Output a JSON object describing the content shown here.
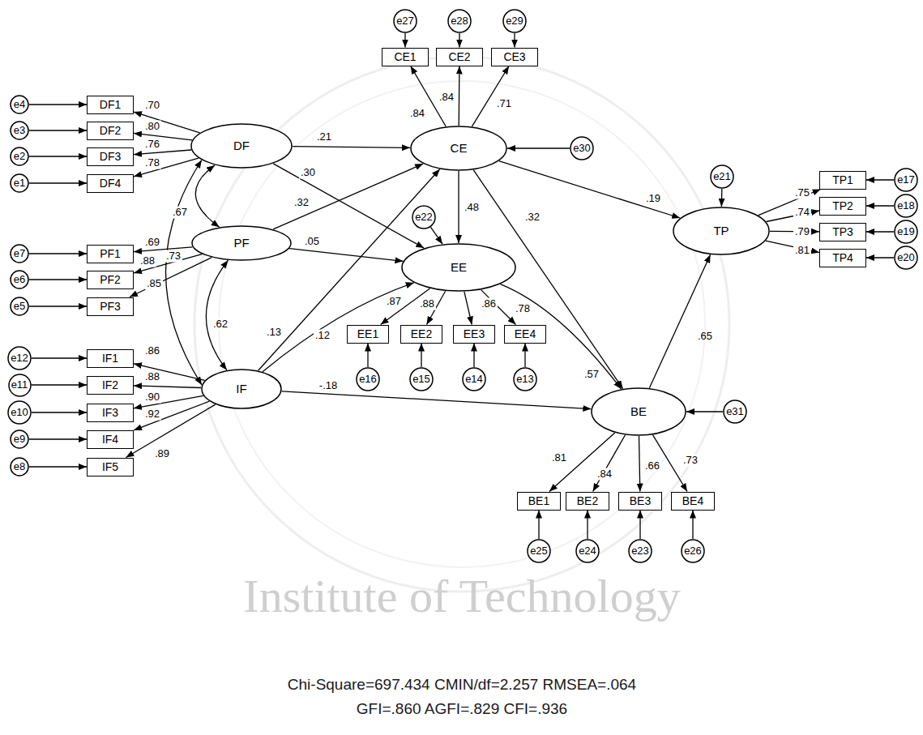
{
  "diagram": {
    "caption": "Chi-Square=697.434 CMIN/df=2.257 RMSEA=.064 GFI=.860 AGFI=.829 CFI=.936",
    "nodes": [
      {
        "text": [
          "DF"
        ]
      },
      {
        "text": [
          "DF1"
        ]
      },
      {
        "text": [
          "DF2"
        ]
      },
      {
        "text": [
          "DF3"
        ]
      },
      {
        "text": [
          "DF4"
        ]
      },
      {
        "text": [
          "e4"
        ]
      },
      {
        "text": [
          "e3"
        ]
      },
      {
        "text": [
          "e2"
        ]
      },
      {
        "text": [
          "e1"
        ]
      },
      {
        "text": [
          "PF"
        ]
      },
      {
        "text": [
          "PF1"
        ]
      },
      {
        "text": [
          "PF2"
        ]
      },
      {
        "text": [
          "PF3"
        ]
      },
      {
        "text": [
          "e7"
        ]
      },
      {
        "text": [
          "e6"
        ]
      },
      {
        "text": [
          "e5"
        ]
      },
      {
        "text": [
          "IF"
        ]
      },
      {
        "text": [
          "IF1"
        ]
      },
      {
        "text": [
          "IF2"
        ]
      },
      {
        "text": [
          "IF3"
        ]
      },
      {
        "text": [
          "IF4"
        ]
      },
      {
        "text": [
          "IF5"
        ]
      },
      {
        "text": [
          "e12"
        ]
      },
      {
        "text": [
          "e11"
        ]
      },
      {
        "text": [
          "e10"
        ]
      },
      {
        "text": [
          "e9"
        ]
      },
      {
        "text": [
          "e8"
        ]
      },
      {
        "text": [
          "CE"
        ]
      },
      {
        "text": [
          "CE1"
        ]
      },
      {
        "text": [
          "CE2"
        ]
      },
      {
        "text": [
          "CE3"
        ]
      },
      {
        "text": [
          "e27"
        ]
      },
      {
        "text": [
          "e28"
        ]
      },
      {
        "text": [
          "e29"
        ]
      },
      {
        "text": [
          "e30"
        ]
      },
      {
        "text": [
          "EE"
        ]
      },
      {
        "text": [
          "EE1"
        ]
      },
      {
        "text": [
          "EE2"
        ]
      },
      {
        "text": [
          "EE3"
        ]
      },
      {
        "text": [
          "EE4"
        ]
      },
      {
        "text": [
          "e16"
        ]
      },
      {
        "text": [
          "e15"
        ]
      },
      {
        "text": [
          "e14"
        ]
      },
      {
        "text": [
          "e13"
        ]
      },
      {
        "text": [
          "e22"
        ]
      },
      {
        "text": [
          "BE"
        ]
      },
      {
        "text": [
          "BE1"
        ]
      },
      {
        "text": [
          "BE2"
        ]
      },
      {
        "text": [
          "BE3"
        ]
      },
      {
        "text": [
          "BE4"
        ]
      },
      {
        "text": [
          "e25"
        ]
      },
      {
        "text": [
          "e24"
        ]
      },
      {
        "text": [
          "e23"
        ]
      },
      {
        "text": [
          "e26"
        ]
      },
      {
        "text": [
          "e31"
        ]
      },
      {
        "text": [
          "TP"
        ]
      },
      {
        "text": [
          "TP1"
        ]
      },
      {
        "text": [
          "TP2"
        ]
      },
      {
        "text": [
          "TP3"
        ]
      },
      {
        "text": [
          "TP4"
        ]
      },
      {
        "text": [
          "e17"
        ]
      },
      {
        "text": [
          "e18"
        ]
      },
      {
        "text": [
          "e19"
        ]
      },
      {
        "text": [
          "e20"
        ]
      },
      {
        "text": [
          "e21"
        ]
      }
    ],
    "edges": [
      {
        "from": 0,
        "to": 1,
        "arrow": "to",
        "label": ".70"
      },
      {
        "from": 0,
        "to": 2,
        "arrow": "to",
        "label": ".80"
      },
      {
        "from": 0,
        "to": 3,
        "arrow": "to",
        "label": ".76"
      },
      {
        "from": 0,
        "to": 4,
        "arrow": "to",
        "label": ".78"
      },
      {
        "from": 9,
        "to": 10,
        "arrow": "to",
        "label": ".69"
      },
      {
        "from": 9,
        "to": 11,
        "arrow": "to",
        "label": ".88"
      },
      {
        "from": 9,
        "to": 12,
        "arrow": "to",
        "label": ".85"
      },
      {
        "from": 16,
        "to": 17,
        "arrow": "to",
        "label": ".86"
      },
      {
        "from": 16,
        "to": 18,
        "arrow": "to",
        "label": ".88"
      },
      {
        "from": 16,
        "to": 19,
        "arrow": "to",
        "label": ".90"
      },
      {
        "from": 16,
        "to": 20,
        "arrow": "to",
        "label": ".92"
      },
      {
        "from": 16,
        "to": 21,
        "arrow": "to",
        "label": ".89"
      },
      {
        "from": 27,
        "to": 28,
        "arrow": "to",
        "label": ".84"
      },
      {
        "from": 27,
        "to": 29,
        "arrow": "to",
        "label": ".84"
      },
      {
        "from": 27,
        "to": 30,
        "arrow": "to",
        "label": ".71"
      },
      {
        "from": 35,
        "to": 36,
        "arrow": "to",
        "label": ".87"
      },
      {
        "from": 35,
        "to": 37,
        "arrow": "to",
        "label": ".88"
      },
      {
        "from": 35,
        "to": 38,
        "arrow": "to",
        "label": ".86"
      },
      {
        "from": 35,
        "to": 39,
        "arrow": "to",
        "label": ".78"
      },
      {
        "from": 45,
        "to": 46,
        "arrow": "to",
        "label": ".81"
      },
      {
        "from": 45,
        "to": 47,
        "arrow": "to",
        "label": ".84"
      },
      {
        "from": 45,
        "to": 48,
        "arrow": "to",
        "label": ".66"
      },
      {
        "from": 45,
        "to": 49,
        "arrow": "to",
        "label": ".73"
      },
      {
        "from": 55,
        "to": 56,
        "arrow": "to",
        "label": ".75"
      },
      {
        "from": 55,
        "to": 57,
        "arrow": "to",
        "label": ".74"
      },
      {
        "from": 55,
        "to": 58,
        "arrow": "to",
        "label": ".79"
      },
      {
        "from": 55,
        "to": 59,
        "arrow": "to",
        "label": ".81"
      },
      {
        "from": 0,
        "to": 27,
        "arrow": "to",
        "label": ".21"
      },
      {
        "from": 0,
        "to": 35,
        "arrow": "to",
        "label": ".30"
      },
      {
        "from": 9,
        "to": 27,
        "arrow": "to",
        "label": ".32"
      },
      {
        "from": 9,
        "to": 35,
        "arrow": "to",
        "label": ".05"
      },
      {
        "from": 16,
        "to": 27,
        "arrow": "to",
        "label": ".13"
      },
      {
        "from": 16,
        "to": 35,
        "arrow": "to",
        "label": ".12"
      },
      {
        "from": 16,
        "to": 45,
        "arrow": "to",
        "label": "-.18"
      },
      {
        "from": 27,
        "to": 35,
        "arrow": "to",
        "label": ".48"
      },
      {
        "from": 27,
        "to": 45,
        "arrow": "to",
        "label": ".32"
      },
      {
        "from": 27,
        "to": 55,
        "arrow": "to",
        "label": ".19"
      },
      {
        "from": 35,
        "to": 45,
        "arrow": "to",
        "label": ".57"
      },
      {
        "from": 45,
        "to": 55,
        "arrow": "to",
        "label": ".65"
      },
      {
        "from": 0,
        "to": 9,
        "arrow": "both",
        "label": ".67"
      },
      {
        "from": 9,
        "to": 16,
        "arrow": "both",
        "label": ".62"
      },
      {
        "from": 0,
        "to": 16,
        "arrow": "both",
        "label": ".73"
      },
      {
        "from": 5,
        "to": 1,
        "arrow": "to"
      },
      {
        "from": 6,
        "to": 2,
        "arrow": "to"
      },
      {
        "from": 7,
        "to": 3,
        "arrow": "to"
      },
      {
        "from": 8,
        "to": 4,
        "arrow": "to"
      },
      {
        "from": 13,
        "to": 10,
        "arrow": "to"
      },
      {
        "from": 14,
        "to": 11,
        "arrow": "to"
      },
      {
        "from": 15,
        "to": 12,
        "arrow": "to"
      },
      {
        "from": 22,
        "to": 17,
        "arrow": "to"
      },
      {
        "from": 23,
        "to": 18,
        "arrow": "to"
      },
      {
        "from": 24,
        "to": 19,
        "arrow": "to"
      },
      {
        "from": 25,
        "to": 20,
        "arrow": "to"
      },
      {
        "from": 26,
        "to": 21,
        "arrow": "to"
      },
      {
        "from": 31,
        "to": 28,
        "arrow": "to"
      },
      {
        "from": 32,
        "to": 29,
        "arrow": "to"
      },
      {
        "from": 33,
        "to": 30,
        "arrow": "to"
      },
      {
        "from": 34,
        "to": 27,
        "arrow": "to"
      },
      {
        "from": 40,
        "to": 36,
        "arrow": "to"
      },
      {
        "from": 41,
        "to": 37,
        "arrow": "to"
      },
      {
        "from": 42,
        "to": 38,
        "arrow": "to"
      },
      {
        "from": 43,
        "to": 39,
        "arrow": "to"
      },
      {
        "from": 44,
        "to": 35,
        "arrow": "to"
      },
      {
        "from": 50,
        "to": 46,
        "arrow": "to"
      },
      {
        "from": 51,
        "to": 47,
        "arrow": "to"
      },
      {
        "from": 52,
        "to": 48,
        "arrow": "to"
      },
      {
        "from": 53,
        "to": 49,
        "arrow": "to"
      },
      {
        "from": 54,
        "to": 45,
        "arrow": "to"
      },
      {
        "from": 60,
        "to": 56,
        "arrow": "to"
      },
      {
        "from": 61,
        "to": 57,
        "arrow": "to"
      },
      {
        "from": 62,
        "to": 58,
        "arrow": "to"
      },
      {
        "from": 63,
        "to": 59,
        "arrow": "to"
      },
      {
        "from": 64,
        "to": 55,
        "arrow": "to"
      }
    ],
    "labels": [
      "Institute of Technology"
    ]
  }
}
